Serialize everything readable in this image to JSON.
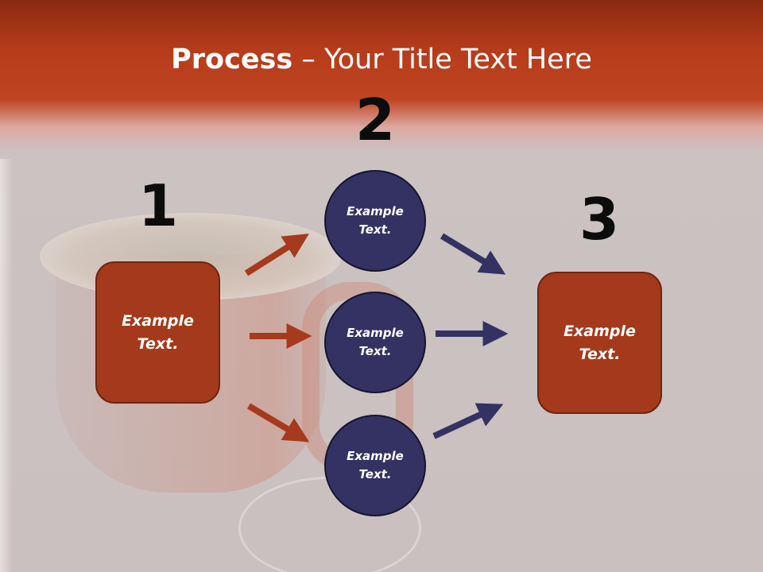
{
  "title": {
    "bold_part": "Process",
    "rest_part": " – Your Title Text Here"
  },
  "steps": {
    "one": "1",
    "two": "2",
    "three": "3"
  },
  "left_box": {
    "line1": "Example",
    "line2": "Text."
  },
  "right_box": {
    "line1": "Example",
    "line2": "Text."
  },
  "circles": [
    {
      "line1": "Example",
      "line2": "Text."
    },
    {
      "line1": "Example",
      "line2": "Text."
    },
    {
      "line1": "Example",
      "line2": "Text."
    }
  ],
  "colors": {
    "header_red": "#b53b1a",
    "box_red": "#a43a1b",
    "circle_navy": "#343263",
    "arrow_red": "#a63a1c",
    "arrow_navy": "#343263",
    "background": "#c9c0bf"
  }
}
